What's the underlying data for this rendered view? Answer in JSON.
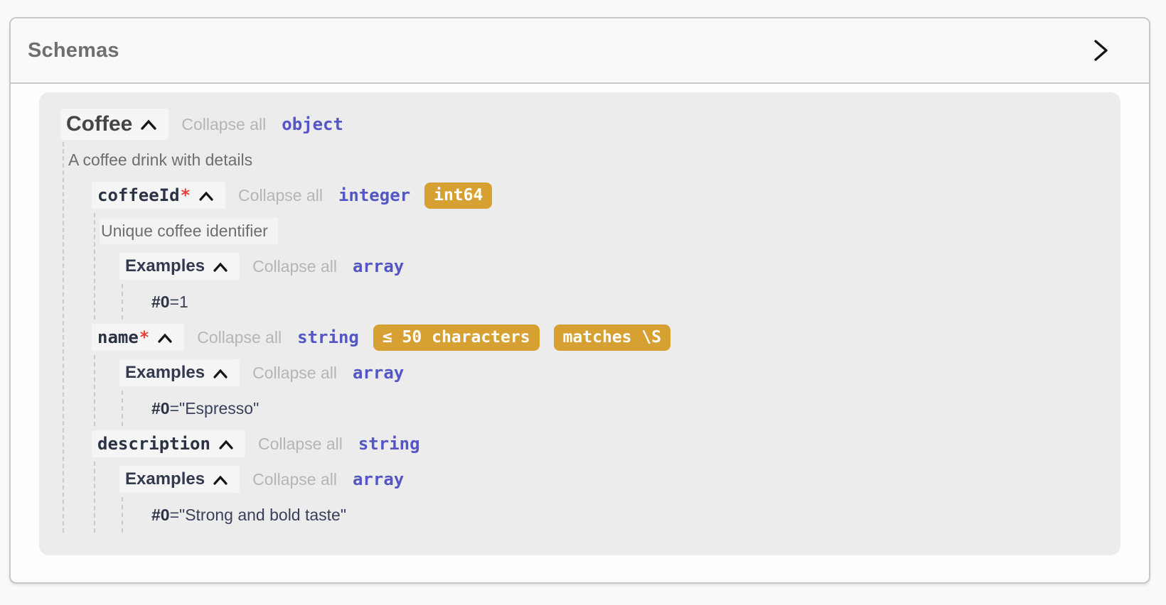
{
  "ui": {
    "collapse_all": "Collapse all",
    "required_marker": "*"
  },
  "header": {
    "title": "Schemas"
  },
  "schema": {
    "title": "Coffee",
    "type": "object",
    "description": "A coffee drink with details",
    "properties": [
      {
        "name": "coffeeId",
        "required": true,
        "type": "integer",
        "badges": [
          "int64"
        ],
        "description": "Unique coffee identifier",
        "examples": {
          "label": "Examples",
          "type": "array",
          "items": [
            {
              "index": "#0",
              "value": "=1"
            }
          ]
        }
      },
      {
        "name": "name",
        "required": true,
        "type": "string",
        "badges": [
          "≤ 50 characters",
          "matches \\S"
        ],
        "examples": {
          "label": "Examples",
          "type": "array",
          "items": [
            {
              "index": "#0",
              "value": "=\"Espresso\""
            }
          ]
        }
      },
      {
        "name": "description",
        "required": false,
        "type": "string",
        "badges": [],
        "examples": {
          "label": "Examples",
          "type": "array",
          "items": [
            {
              "index": "#0",
              "value": "=\"Strong and bold taste\""
            }
          ]
        }
      }
    ]
  },
  "colors": {
    "accent_purple": "#5356c5",
    "badge_gold": "#d6a032",
    "required_red": "#e5403c"
  }
}
